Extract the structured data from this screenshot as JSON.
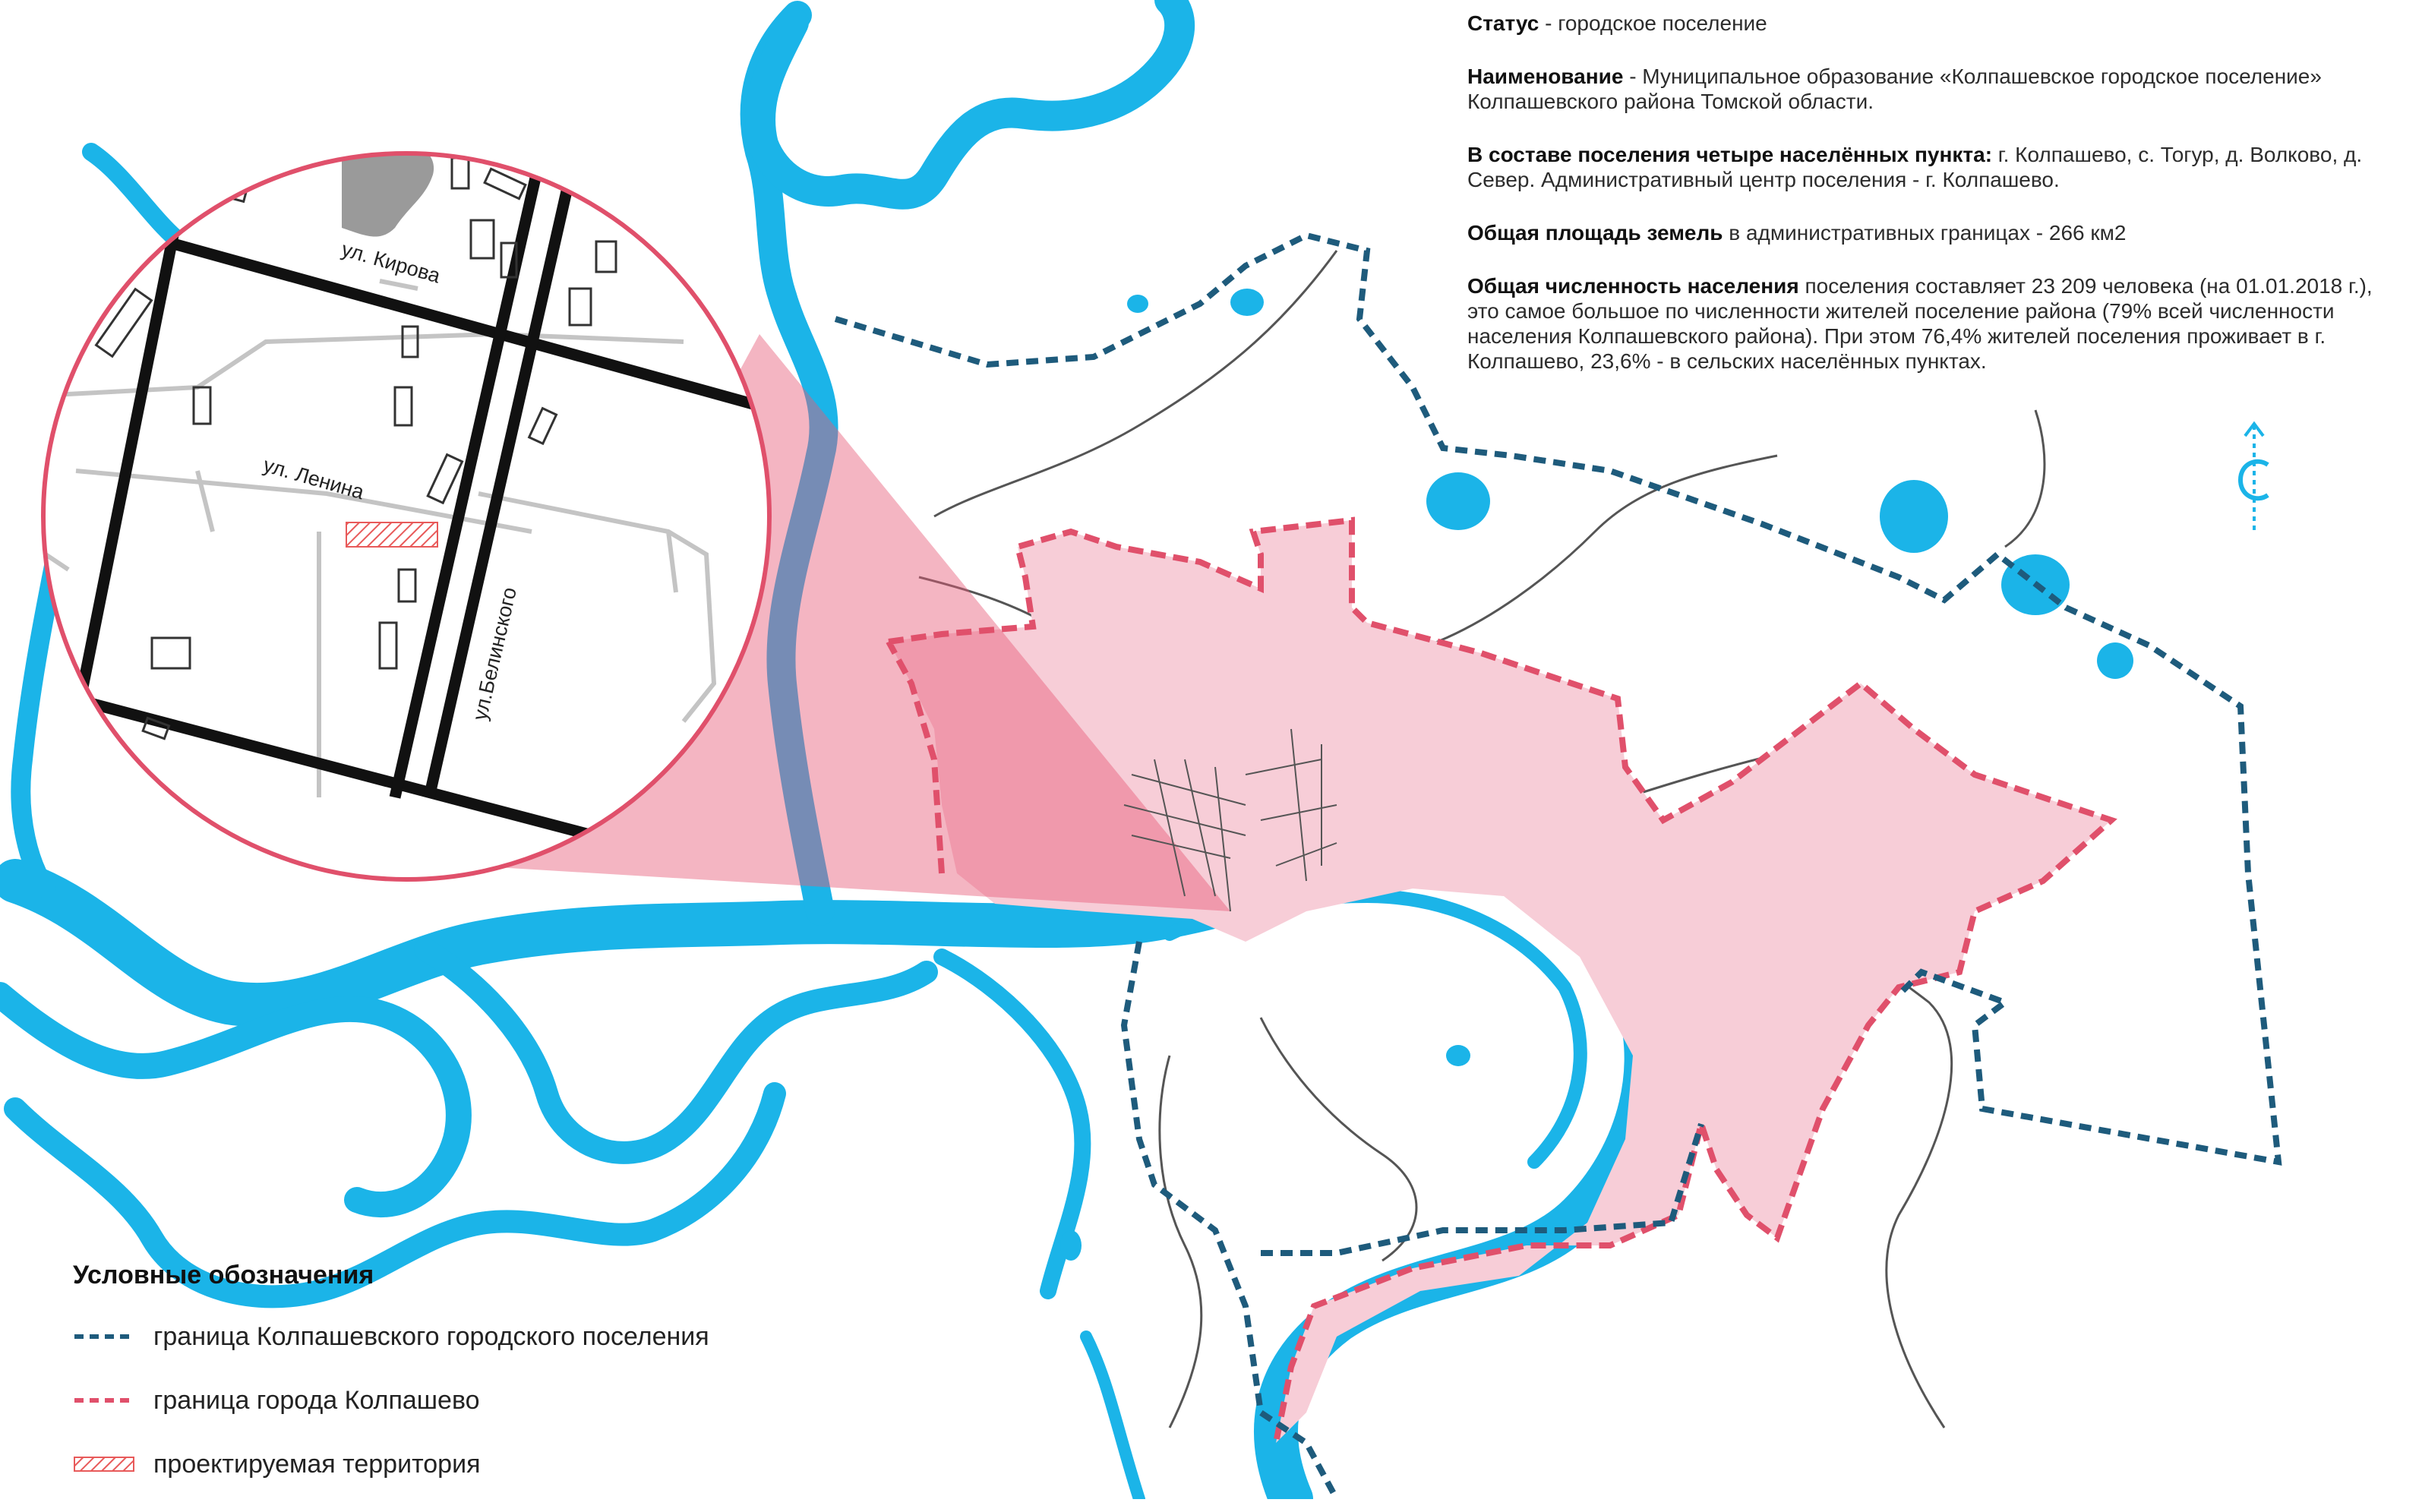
{
  "info": {
    "status_label": "Статус",
    "status_text": " - городское поселение",
    "name_label": "Наименование",
    "name_text": " - Муниципальное образование «Колпашевское городское поселение» Колпашевского района Томской области.",
    "composition_label": "В составе поселения четыре населённых пункта:",
    "composition_text": " г. Колпашево, с. Тогур, д. Волково, д. Север. Административный центр поселения - г. Колпашево.",
    "area_label": "Общая площадь земель",
    "area_text": " в административных границах - 266 км2",
    "population_label": "Общая численность населения",
    "population_text": " поселения составляет 23 209 человека (на 01.01.2018 г.), это самое большое по численности жителей поселение района (79% всей численности населения Колпашевского района). При этом 76,4% жителей поселения проживает в г. Колпашево, 23,6% - в сельских населённых пунктах."
  },
  "streets": {
    "kirova": "ул. Кирова",
    "lenina": "ул. Ленина",
    "belinskogo": "ул.Белинского"
  },
  "legend": {
    "title": "Условные обозначения",
    "items": [
      {
        "label": "граница Колпашевского городского поселения",
        "kind": "dashed-blue"
      },
      {
        "label": "граница города Колпашево",
        "kind": "dashed-red"
      },
      {
        "label": "проектируемая территория",
        "kind": "hatched"
      }
    ]
  },
  "colors": {
    "water": "#1bb4e8",
    "settlement_border": "#1e5b7c",
    "city_border": "#e0506b",
    "city_fill": "#f7cdd7",
    "zoom_wedge": "#e65c78",
    "circle_border": "#e0506b",
    "roads": "#555555",
    "hatch": "#e85a5a"
  },
  "icons": {
    "compass": "north-arrow-icon"
  }
}
